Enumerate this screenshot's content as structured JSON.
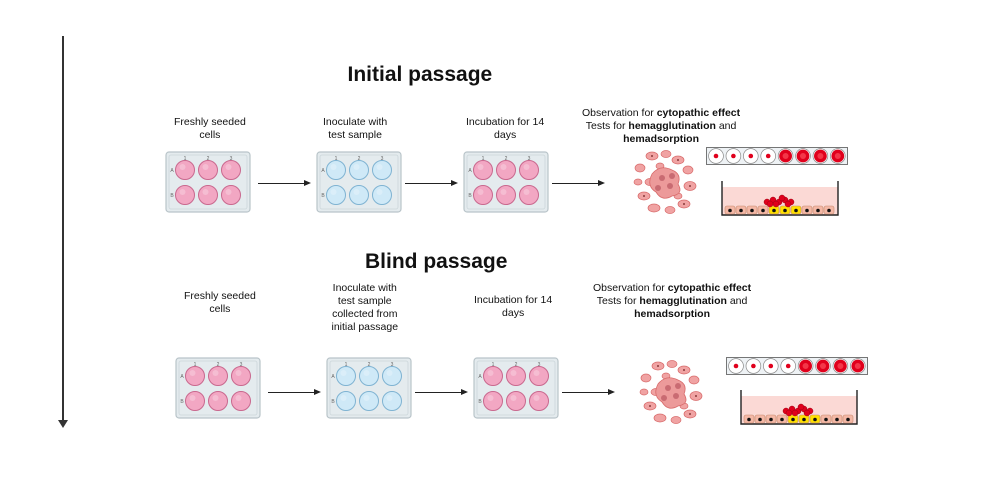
{
  "sections": [
    {
      "id": "initial",
      "title": "Initial passage",
      "steps": [
        {
          "label": [
            "Freshly seeded",
            "cells"
          ],
          "plate_color": "pink"
        },
        {
          "label": [
            "Inoculate with",
            "test sample"
          ],
          "plate_color": "blue"
        },
        {
          "label": [
            "Incubation for 14",
            "days"
          ],
          "plate_color": "pink"
        }
      ],
      "observation": {
        "line1_prefix": "Observation for ",
        "line1_bold": "cytopathic effect",
        "line2_prefix": "Tests for ",
        "line2_bold": "hemagglutination",
        "line2_suffix": " and",
        "line3_bold": "hemadsorption"
      }
    },
    {
      "id": "blind",
      "title": "Blind passage",
      "steps": [
        {
          "label": [
            "Freshly seeded",
            "cells"
          ],
          "plate_color": "pink"
        },
        {
          "label": [
            "Inoculate with",
            "test sample",
            "collected from",
            "initial passage"
          ],
          "plate_color": "blue"
        },
        {
          "label": [
            "Incubation for 14",
            "days"
          ],
          "plate_color": "pink"
        }
      ],
      "observation": {
        "line1_prefix": "Observation for ",
        "line1_bold": "cytopathic effect",
        "line2_prefix": "Tests for ",
        "line2_bold": "hemagglutination",
        "line2_suffix": " and",
        "line3_bold": "hemadsorption"
      }
    }
  ],
  "plate": {
    "row_labels": [
      "A",
      "B"
    ],
    "col_labels": [
      "1",
      "2",
      "3"
    ]
  },
  "colors": {
    "plate_body": "#e4ebee",
    "plate_border": "#b9c4c9",
    "well_pink": "#f2a7c3",
    "well_pink_border": "#c9688e",
    "well_blue": "#cfe9f7",
    "well_blue_border": "#7fb3d2",
    "cell_fill": "#f0a3a3",
    "cell_border": "#d86b6b",
    "ha_red": "#e0001c",
    "dish_medium": "#fbd9d5",
    "dish_cells": "#f4b8a6",
    "dish_positive": "#ffe000",
    "arrow": "#222222"
  },
  "ha_strip": {
    "well_states": [
      "negative",
      "negative",
      "negative",
      "negative",
      "positive",
      "positive",
      "positive",
      "positive"
    ]
  }
}
